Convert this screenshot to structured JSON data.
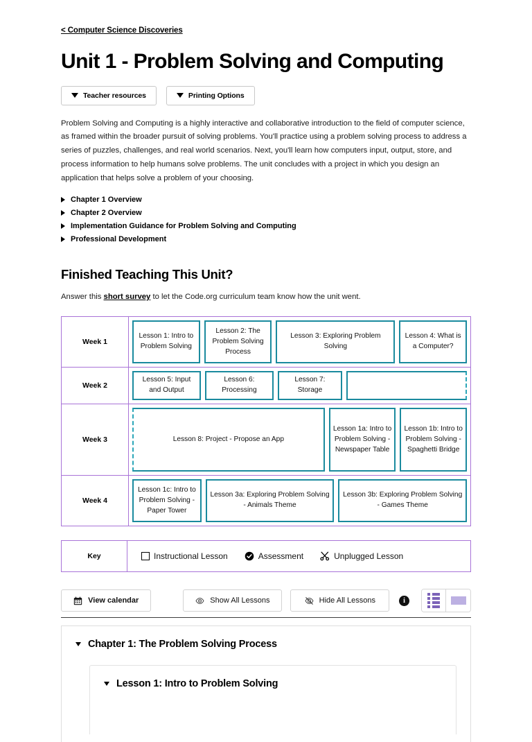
{
  "breadcrumb": {
    "label": "< Computer Science Discoveries"
  },
  "header": {
    "title": "Unit 1 - Problem Solving and Computing",
    "buttons": [
      {
        "label": "Teacher resources",
        "icon": "caret-down-icon"
      },
      {
        "label": "Printing Options",
        "icon": "caret-down-icon"
      }
    ]
  },
  "description": "Problem Solving and Computing is a highly interactive and collaborative introduction to the field of computer science, as framed within the broader pursuit of solving problems. You'll practice using a problem solving process to address a series of puzzles, challenges, and real world scenarios. Next, you'll learn how computers input, output, store, and process information to help humans solve problems. The unit concludes with a project in which you design an application that helps solve a problem of your choosing.",
  "overview_items": [
    {
      "label": "Chapter 1 Overview"
    },
    {
      "label": "Chapter 2 Overview"
    },
    {
      "label": "Implementation Guidance for Problem Solving and Computing"
    },
    {
      "label": "Professional Development"
    }
  ],
  "survey": {
    "heading": "Finished Teaching This Unit?",
    "prefix": "Answer this ",
    "link": "short survey",
    "suffix": " to let the Code.org curriculum team know how the unit went."
  },
  "calendar": {
    "border_color": "#a973d8",
    "lesson_border_color": "#1a8a9e",
    "weeks": [
      {
        "label": "Week 1",
        "lessons": [
          {
            "title": "Lesson 1: Intro to Problem Solving",
            "flex": 103,
            "style": "solid"
          },
          {
            "title": "Lesson 2: The Problem Solving Process",
            "flex": 103,
            "style": "solid"
          },
          {
            "title": "Lesson 3: Exploring Problem Solving",
            "flex": 192,
            "style": "solid"
          },
          {
            "title": "Lesson 4: What is a Computer?",
            "flex": 103,
            "style": "solid"
          }
        ]
      },
      {
        "label": "Week 2",
        "lessons": [
          {
            "title": "Lesson 5: Input and Output",
            "flex": 103,
            "style": "solid"
          },
          {
            "title": "Lesson 6: Processing",
            "flex": 103,
            "style": "solid"
          },
          {
            "title": "Lesson 7: Storage",
            "flex": 96,
            "style": "solid"
          },
          {
            "title": "",
            "flex": 192,
            "style": "dashed-right"
          }
        ]
      },
      {
        "label": "Week 3",
        "lessons": [
          {
            "title": "Lesson 8: Project - Propose an App",
            "flex": 289,
            "style": "dashed-left"
          },
          {
            "title": "Lesson 1a: Intro to Problem Solving - Newspaper Table",
            "flex": 92,
            "style": "solid"
          },
          {
            "title": "Lesson 1b: Intro to Problem Solving - Spaghetti Bridge",
            "flex": 92,
            "style": "solid"
          }
        ]
      },
      {
        "label": "Week 4",
        "lessons": [
          {
            "title": "Lesson 1c: Intro to Problem Solving - Paper Tower",
            "flex": 96,
            "style": "solid"
          },
          {
            "title": "Lesson 3a: Exploring Problem Solving - Animals Theme",
            "flex": 190,
            "style": "solid"
          },
          {
            "title": "Lesson 3b: Exploring Problem Solving - Games Theme",
            "flex": 190,
            "style": "solid"
          }
        ]
      }
    ],
    "key": {
      "label": "Key",
      "items": [
        {
          "label": "Instructional Lesson",
          "icon": "empty-square-icon"
        },
        {
          "label": "Assessment",
          "icon": "check-circle-icon"
        },
        {
          "label": "Unplugged Lesson",
          "icon": "scissors-icon"
        }
      ]
    }
  },
  "toolbar": {
    "view_calendar": "View calendar",
    "show_all": "Show All Lessons",
    "hide_all": "Hide All Lessons",
    "info": "i",
    "view_list_icon": "list-view-icon",
    "view_card_icon": "card-view-icon"
  },
  "content": {
    "chapter": "Chapter 1: The Problem Solving Process",
    "lesson": "Lesson 1: Intro to Problem Solving"
  }
}
